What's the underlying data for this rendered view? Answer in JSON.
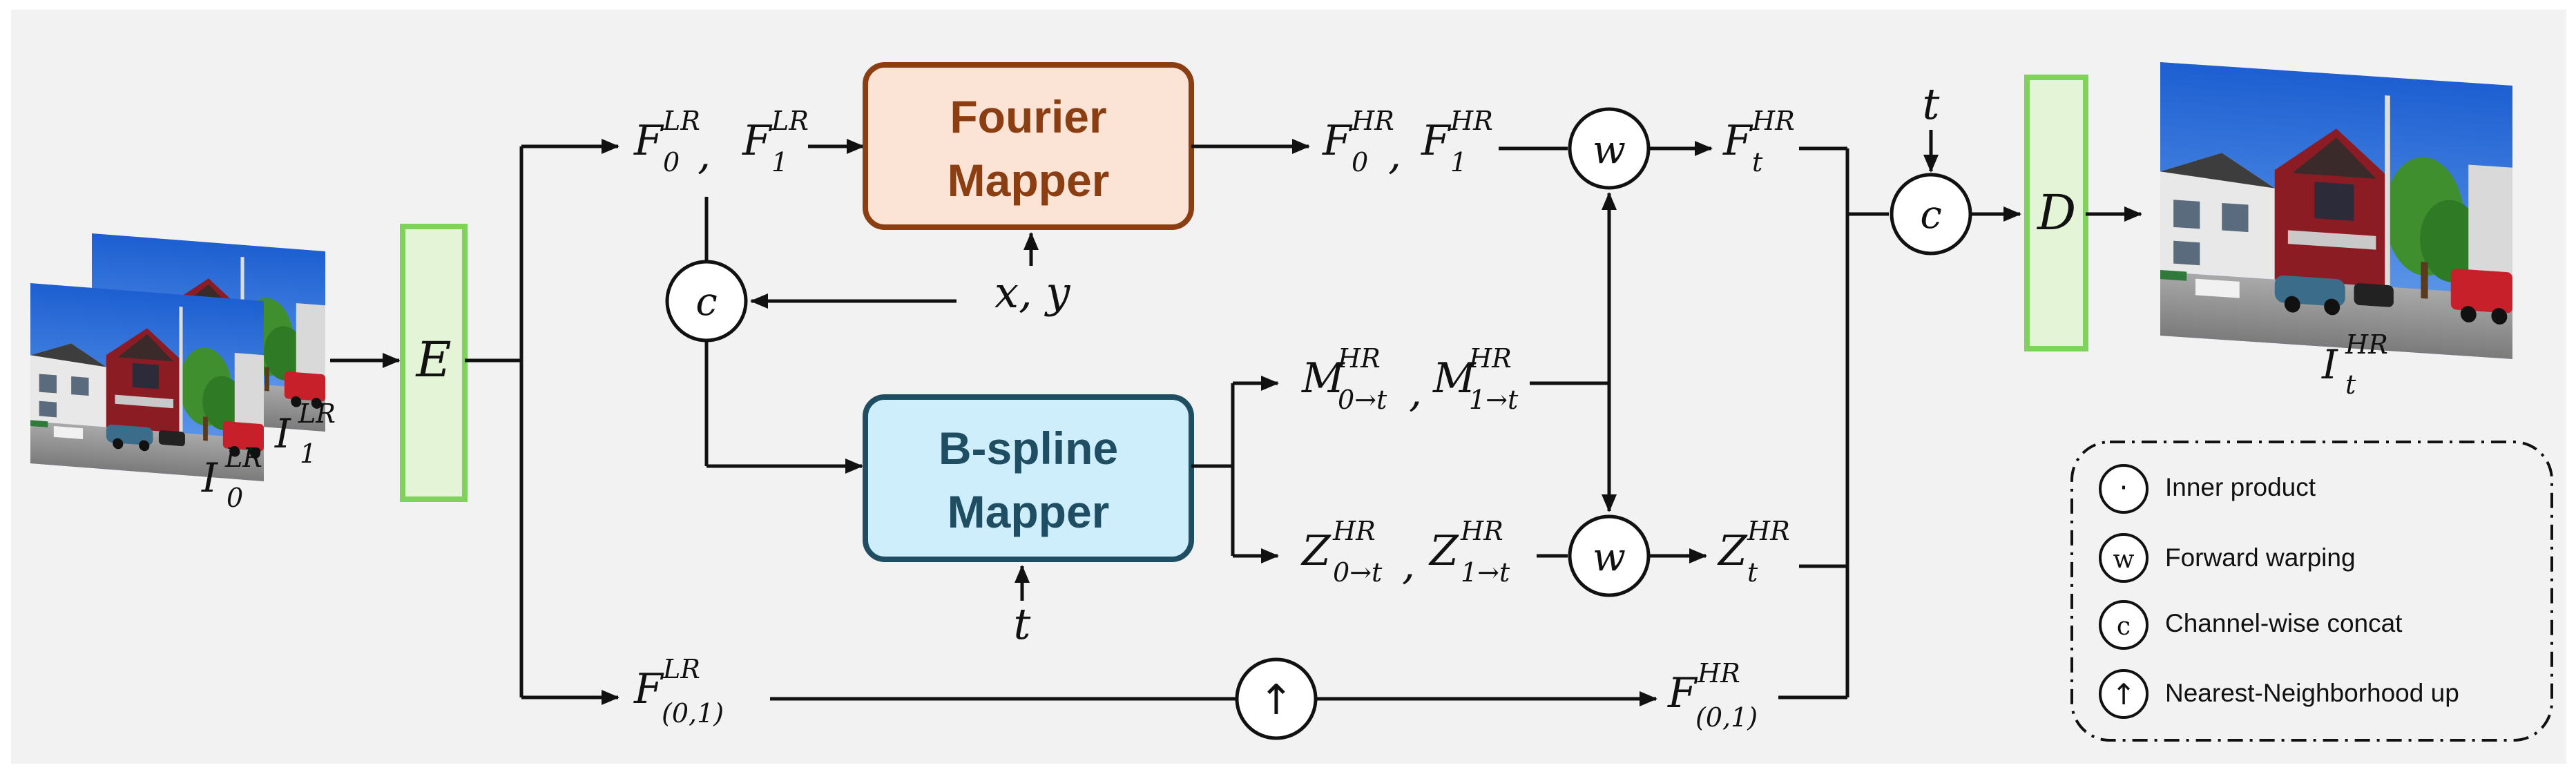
{
  "colors": {
    "background": "#f2f2f2",
    "fourier_fill": "#fbe3d5",
    "fourier_stroke": "#8a3e12",
    "fourier_text": "#8a3e12",
    "bspline_fill": "#cfeefb",
    "bspline_stroke": "#1f4e63",
    "bspline_text": "#1f4e63",
    "encoder_fill": "#e3f4d7",
    "encoder_stroke": "#7fd35a"
  },
  "encoder": {
    "label": "E"
  },
  "decoder": {
    "label": "D"
  },
  "fourier": {
    "line1": "Fourier",
    "line2": "Mapper"
  },
  "bspline": {
    "line1": "B-spline",
    "line2": "Mapper"
  },
  "inputs": {
    "i0": {
      "base": "I",
      "sub": "0",
      "sup": "LR"
    },
    "i1": {
      "base": "I",
      "sub": "1",
      "sup": "LR"
    }
  },
  "output": {
    "base": "I",
    "sub": "t",
    "sup": "HR"
  },
  "labels": {
    "f0_lr": {
      "base": "F",
      "sub": "0",
      "sup": "LR"
    },
    "f1_lr": {
      "base": "F",
      "sub": "1",
      "sup": "LR"
    },
    "f0_hr": {
      "base": "F",
      "sub": "0",
      "sup": "HR"
    },
    "f1_hr": {
      "base": "F",
      "sub": "1",
      "sup": "HR"
    },
    "ft_hr": {
      "base": "F",
      "sub": "t",
      "sup": "HR"
    },
    "m0t": {
      "base": "M",
      "sub": "0→t",
      "sup": "HR"
    },
    "m1t": {
      "base": "M",
      "sub": "1→t",
      "sup": "HR"
    },
    "z0t": {
      "base": "Z",
      "sub": "0→t",
      "sup": "HR"
    },
    "z1t": {
      "base": "Z",
      "sub": "1→t",
      "sup": "HR"
    },
    "zt_hr": {
      "base": "Z",
      "sub": "t",
      "sup": "HR"
    },
    "f01_lr": {
      "base": "F",
      "sub": "(0,1)",
      "sup": "LR"
    },
    "f01_hr": {
      "base": "F",
      "sub": "(0,1)",
      "sup": "HR"
    },
    "comma": ",",
    "xy": "x, y",
    "t_top": "t",
    "t_bottom": "t"
  },
  "ops": {
    "concat": "c",
    "warp": "w",
    "up": "↑",
    "dot": "·"
  },
  "legend": {
    "items": [
      {
        "symbol": "·",
        "text": "Inner product"
      },
      {
        "symbol": "w",
        "text": "Forward warping"
      },
      {
        "symbol": "c",
        "text": "Channel-wise concat"
      },
      {
        "symbol": "↑",
        "text": "Nearest-Neighborhood up"
      }
    ]
  }
}
